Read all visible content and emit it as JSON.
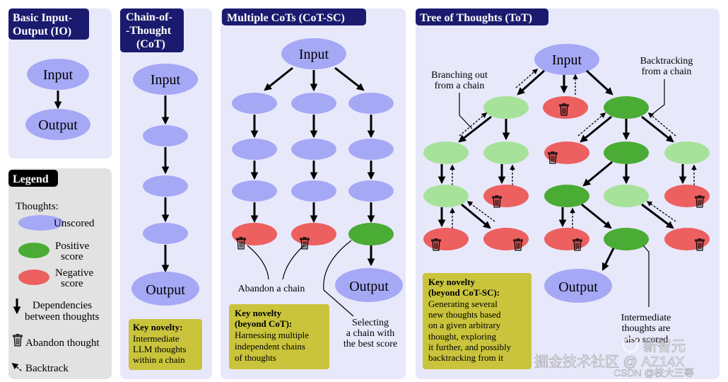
{
  "panels": {
    "io": {
      "title_line1": "Basic Input-",
      "title_line2": "Output (IO)"
    },
    "cot": {
      "title_line1": "Chain-of-",
      "title_line2": "-Thought",
      "title_line3": "(CoT)"
    },
    "cotsc": {
      "title": "Multiple CoTs (CoT-SC)"
    },
    "tot": {
      "title": "Tree of Thoughts (ToT)"
    }
  },
  "labels": {
    "input": "Input",
    "output": "Output"
  },
  "legend": {
    "title": "Legend",
    "thoughts": "Thoughts:",
    "unscored": "Unscored",
    "positive_line1": "Positive",
    "positive_line2": "score",
    "negative_line1": "Negative",
    "negative_line2": "score",
    "dependencies_line1": "Dependencies",
    "dependencies_line2": "between thoughts",
    "abandon": "Abandon thought",
    "backtrack": "Backtrack"
  },
  "cot_novelty": {
    "line1": "Key novelty:",
    "line2": "Intermediate",
    "line3": "LLM thoughts",
    "line4": "within a chain"
  },
  "cotsc_novelty": {
    "line1": "Key novelty",
    "line2": "(beyond CoT):",
    "line3": "Harnessing multiple",
    "line4": "independent chains",
    "line5": "of thoughts"
  },
  "tot_novelty": {
    "line1": "Key novelty",
    "line2": "(beyond CoT-SC):",
    "line3": "Generating several",
    "line4": "new thoughts based",
    "line5": "on a given arbitrary",
    "line6": "thought, exploring",
    "line7": "it further, and possibly",
    "line8": "backtracking from it"
  },
  "annotations": {
    "abandon_chain": "Abandon a chain",
    "selecting_line1": "Selecting",
    "selecting_line2": "a chain with",
    "selecting_line3": "the best score",
    "branching_line1": "Branching out",
    "branching_line2": "from a chain",
    "backtracking_line1": "Backtracking",
    "backtracking_line2": "from a chain",
    "intermediate_line1": "Intermediate",
    "intermediate_line2": "thoughts are",
    "intermediate_line3": "also scored"
  },
  "watermark": {
    "line1": "掘金技术社区 @ AZ14X",
    "line2": "新智元",
    "line3": "CSDN @枝大三等"
  },
  "colors": {
    "panel_bg": "#e8e8fb",
    "legend_bg": "#e2e2e2",
    "title_bg": "#1a1a6e",
    "unscored": "#a5a8f5",
    "positive": "#4aac34",
    "positive_light": "#a6e29a",
    "negative": "#ec6060",
    "novelty_bg": "#c9c43c"
  }
}
